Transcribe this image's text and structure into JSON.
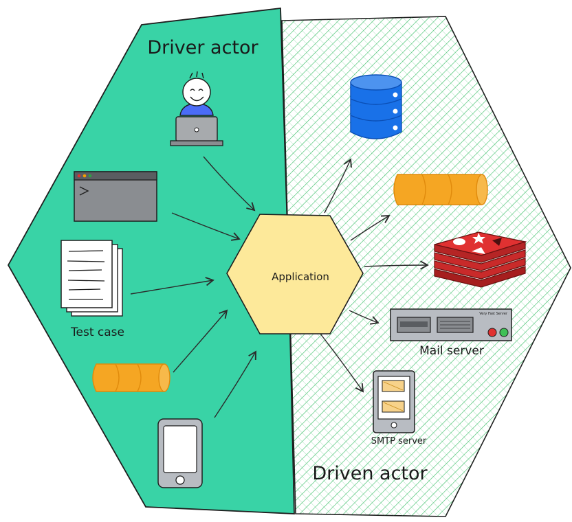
{
  "diagram": {
    "labels": {
      "driver_actor": "Driver actor",
      "driven_actor": "Driven actor",
      "application": "Application",
      "test_case": "Test case",
      "mail_server": "Mail server",
      "smtp_server": "SMTP server",
      "server_caption": "Very Fast Server"
    },
    "colors": {
      "driver_fill": "#39d3a6",
      "driven_hatch": "#3fc06b",
      "application_fill": "#fde99a",
      "queue_fill": "#f5a623",
      "database_fill": "#1971e8",
      "redis_fill": "#c92a2a",
      "terminal_fill": "#8a8d91",
      "user_shirt": "#4a6cf7"
    },
    "driver_icons": [
      "user-laptop-icon",
      "terminal-window-icon",
      "documents-icon",
      "queue-icon",
      "mobile-phone-icon"
    ],
    "driven_icons": [
      "database-icon",
      "queue-icon",
      "redis-icon",
      "mail-server-icon",
      "smtp-phone-icon"
    ]
  }
}
